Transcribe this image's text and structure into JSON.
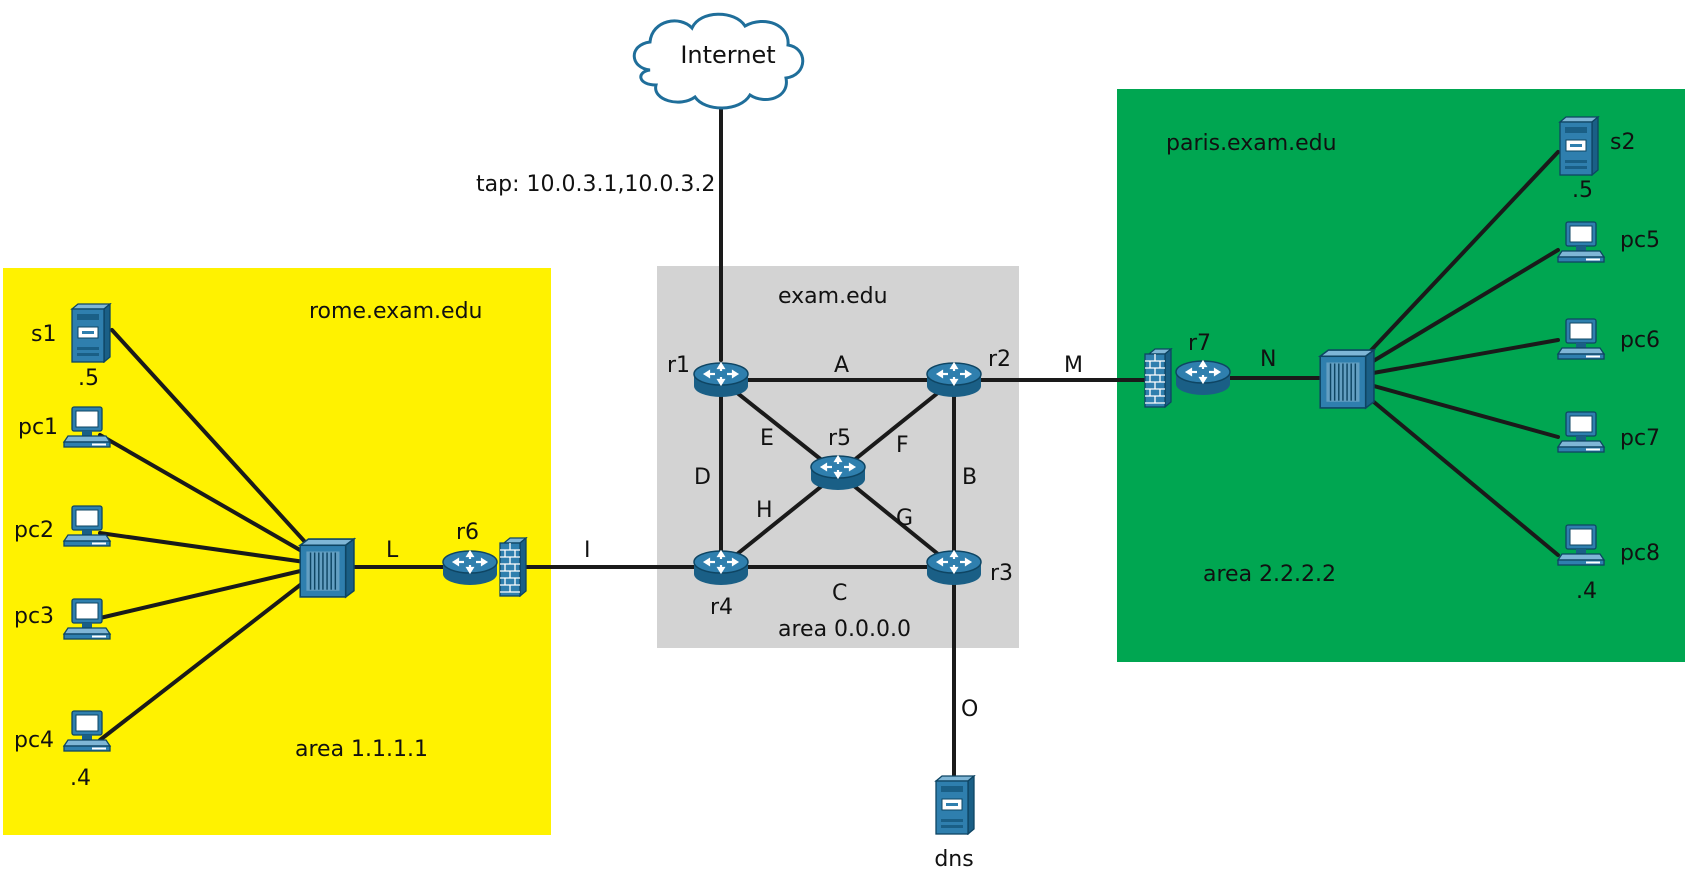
{
  "colors": {
    "rome_area": "#fff200",
    "paris_area": "#00a651",
    "core_area": "#d3d3d3",
    "device_blue": "#1f6e9a",
    "device_light": "#7fb6d6",
    "link": "#1a1a1a"
  },
  "internet": {
    "label": "Internet",
    "tap_label": "tap: 10.0.3.1,10.0.3.2"
  },
  "areas": {
    "rome": {
      "domain": "rome.exam.edu",
      "area": "area 1.1.1.1"
    },
    "core": {
      "domain": "exam.edu",
      "area": "area 0.0.0.0"
    },
    "paris": {
      "domain": "paris.exam.edu",
      "area": "area 2.2.2.2"
    }
  },
  "routers": {
    "r1": "r1",
    "r2": "r2",
    "r3": "r3",
    "r4": "r4",
    "r5": "r5",
    "r6": "r6",
    "r7": "r7"
  },
  "links": {
    "A": "A",
    "B": "B",
    "C": "C",
    "D": "D",
    "E": "E",
    "F": "F",
    "G": "G",
    "H": "H",
    "I": "I",
    "L": "L",
    "M": "M",
    "N": "N",
    "O": "O"
  },
  "rome_hosts": {
    "s1": "s1",
    "s1_addr": ".5",
    "pc1": "pc1",
    "pc2": "pc2",
    "pc3": "pc3",
    "pc4": "pc4",
    "pc4_addr": ".4"
  },
  "paris_hosts": {
    "s2": "s2",
    "s2_addr": ".5",
    "pc5": "pc5",
    "pc6": "pc6",
    "pc7": "pc7",
    "pc8": "pc8",
    "pc8_addr": ".4"
  },
  "dns": {
    "label": "dns"
  },
  "icons": {
    "router": "router-icon",
    "switch": "switch-icon",
    "firewall": "firewall-icon",
    "server": "server-icon",
    "pc": "pc-icon",
    "cloud": "cloud-icon"
  }
}
